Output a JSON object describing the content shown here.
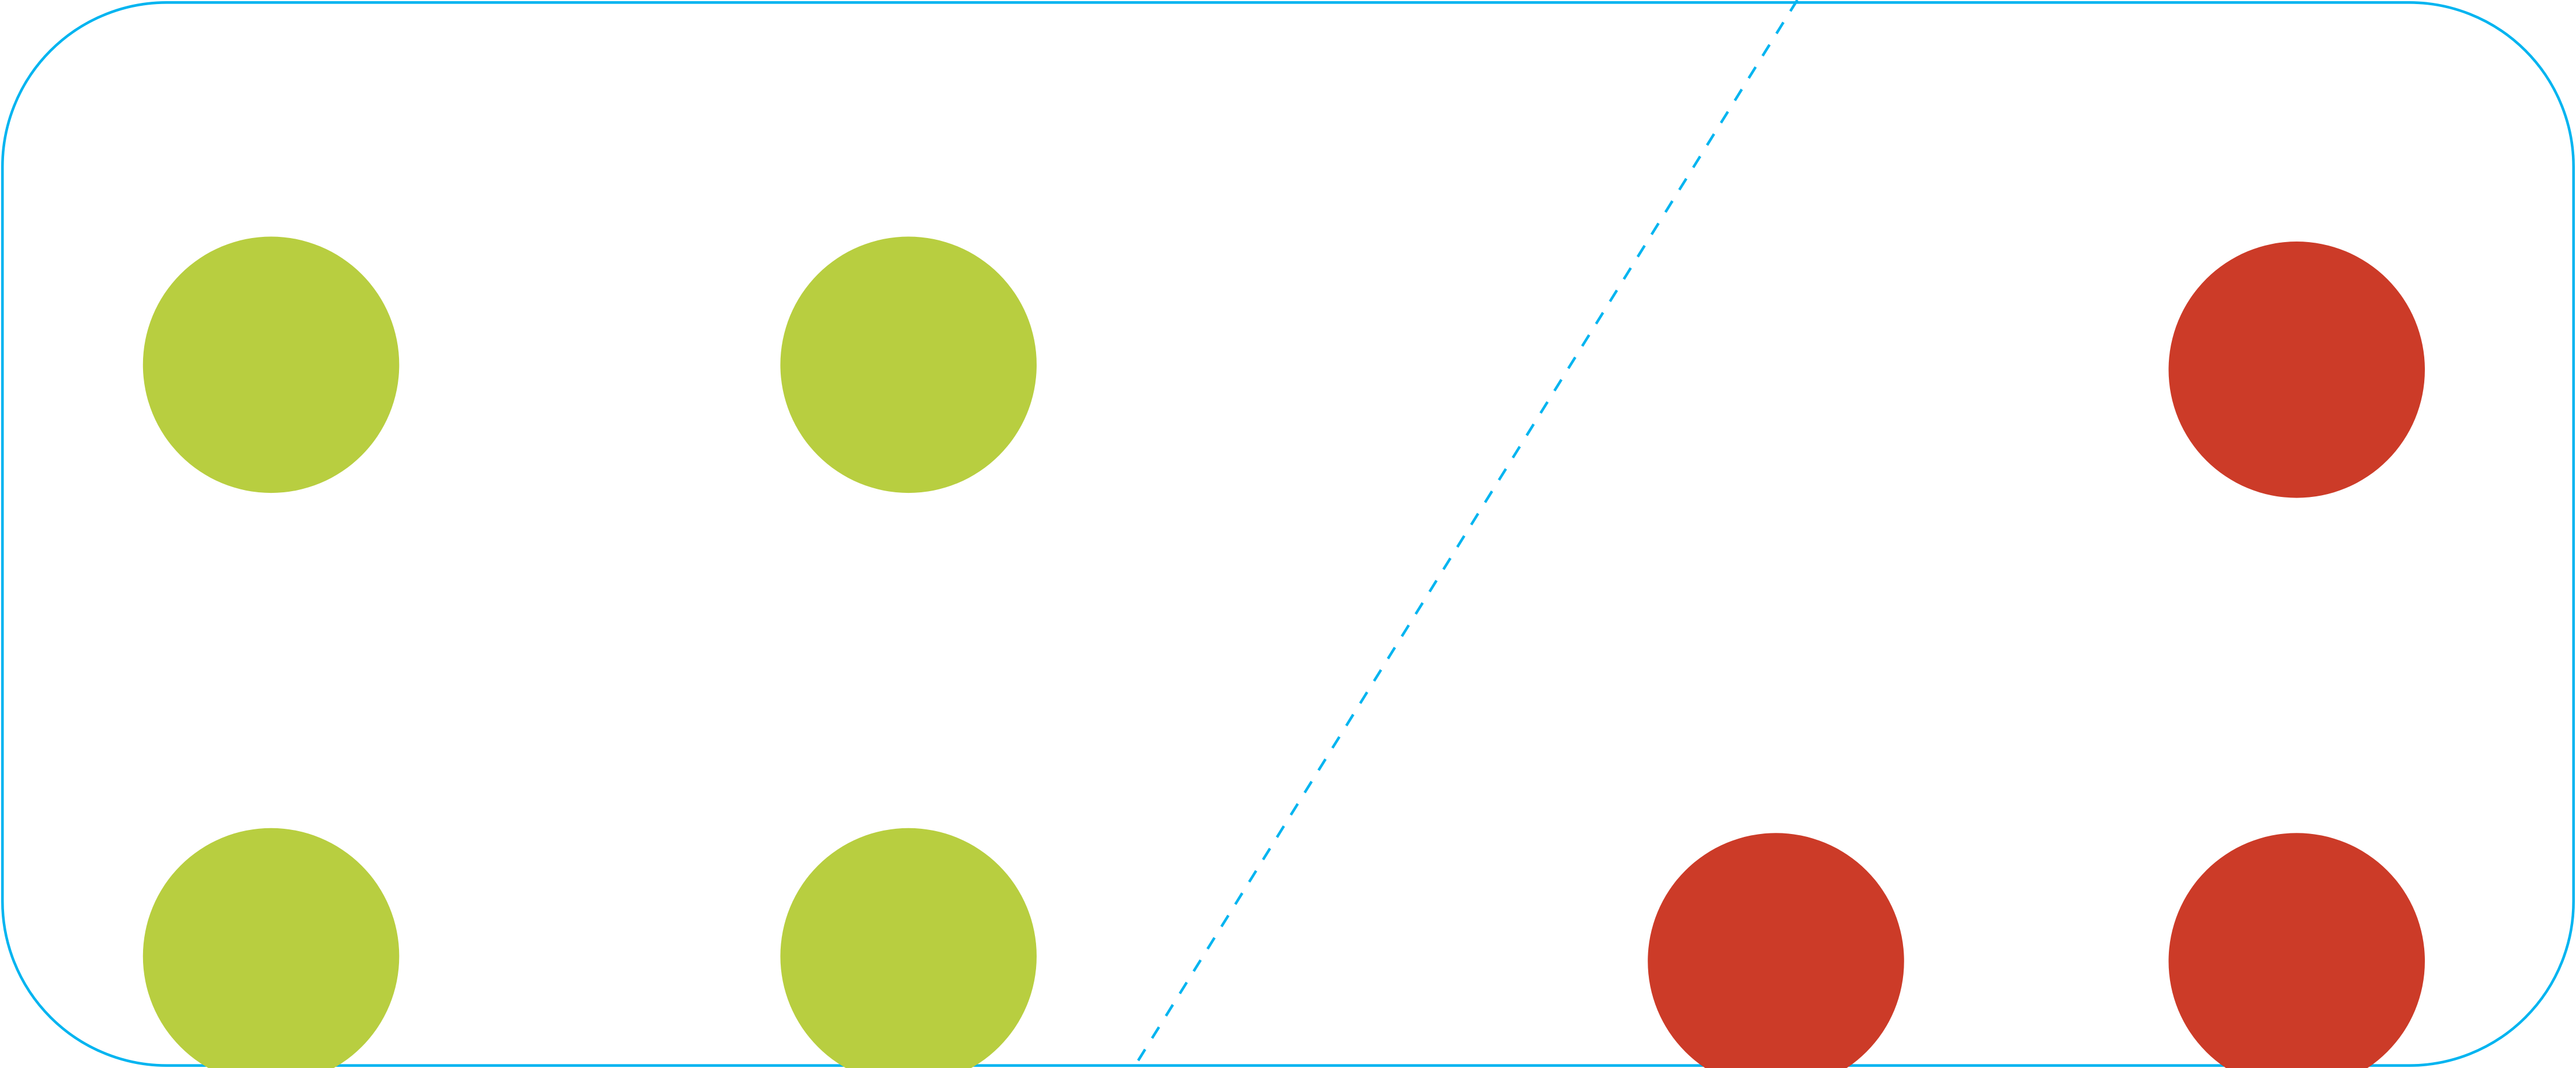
{
  "colors": {
    "frame": "#00b4f0",
    "class_a": "#b8ce40",
    "class_b": "#cc3b28",
    "separator": "#00b4f0"
  },
  "groups": [
    {
      "name": "class-a",
      "color_key": "class_a",
      "count": 4
    },
    {
      "name": "class-b",
      "color_key": "class_b",
      "count": 3
    }
  ]
}
